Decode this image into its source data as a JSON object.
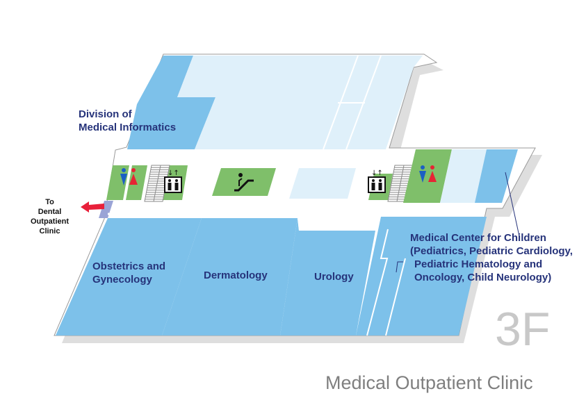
{
  "floor_label": "3F",
  "building_name": "Medical Outpatient Clinic",
  "rooms": {
    "medical_informatics": [
      "Division of",
      "Medical Informatics"
    ],
    "obstetrics": [
      "Obstetrics and",
      "Gynecology"
    ],
    "dermatology": "Dermatology",
    "urology": "Urology",
    "childrens_center": [
      "Medical Center for Children",
      "(Pediatrics, Pediatric Cardiology,",
      "Pediatric Hematology and",
      "Oncology, Child Neurology)"
    ]
  },
  "direction": [
    "To",
    "Dental",
    "Outpatient",
    "Clinic"
  ],
  "colors": {
    "room": "#7dc1ea",
    "pale": "#dff0fa",
    "facility": "#7fbf6a",
    "shadow": "#dedede",
    "label": "#26337a",
    "arrow": "#e8203a",
    "male": "#1c5fc4",
    "female": "#e62534",
    "stairs": "#8a8a8a"
  },
  "icons": [
    "restroom-icon",
    "elevator-icon",
    "escalator-icon",
    "stairs-icon",
    "arrow-left-icon"
  ]
}
